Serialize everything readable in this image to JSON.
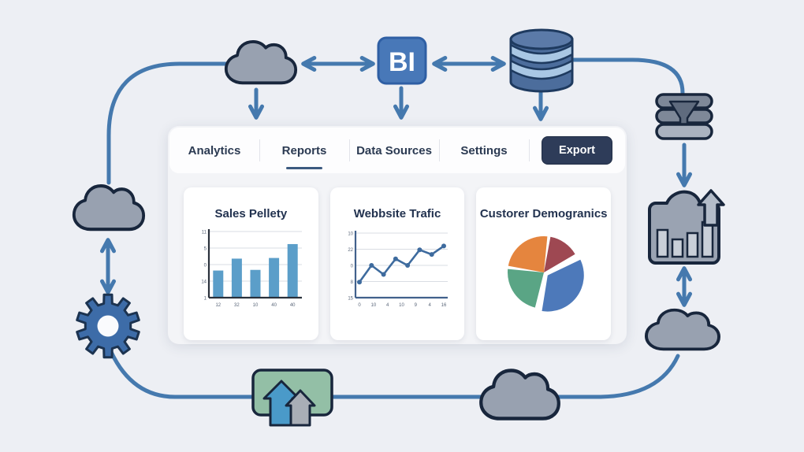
{
  "colors": {
    "background": "#edeff4",
    "connector": "#4579ae",
    "cloud_fill": "#98a1b0",
    "icon_outline": "#18263c",
    "bi_box": "#4878b8",
    "export_button": "#2e3c59",
    "tab_text": "#2b3a52",
    "gear": "#3d6ca8",
    "upload_box": "#93bfa6"
  },
  "diagram": {
    "bi_label": "BI",
    "nodes": [
      "cloud-top",
      "bi-app",
      "database",
      "server-stack",
      "analytics-chart",
      "cloud-right",
      "cloud-left",
      "gear",
      "upload",
      "cloud-bottom"
    ]
  },
  "dashboard": {
    "tabs": [
      {
        "label": "Analytics",
        "active": false
      },
      {
        "label": "Reports",
        "active": true
      },
      {
        "label": "Data Sources",
        "active": false
      },
      {
        "label": "Settings",
        "active": false
      }
    ],
    "export_label": "Export",
    "cards": [
      {
        "title": "Sales Pellety"
      },
      {
        "title": "Webbsite Trafic"
      },
      {
        "title": "Custorer Demogranics"
      }
    ]
  },
  "chart_data": [
    {
      "type": "bar",
      "title": "Sales Pellety",
      "categories": [
        "12",
        "32",
        "10",
        "40",
        "40"
      ],
      "values": [
        4.1,
        5.9,
        4.2,
        6.0,
        8.1
      ],
      "ylim": [
        0,
        10
      ],
      "y_ticks": [
        "11",
        "5",
        "0",
        "14",
        "1"
      ],
      "color": "#5b9ec9",
      "grid": true,
      "legend": false
    },
    {
      "type": "line",
      "title": "Webbsite Trafic",
      "x_ticks": [
        "0",
        "10",
        "4",
        "10",
        "9",
        "4",
        "16"
      ],
      "values": [
        2.4,
        5.0,
        3.6,
        6.0,
        5.0,
        7.4,
        6.7,
        8.0
      ],
      "ylim": [
        0,
        10
      ],
      "y_ticks": [
        "10",
        "22",
        "0",
        "8",
        "15"
      ],
      "color": "#3e6b9e",
      "grid": true,
      "legend": false
    },
    {
      "type": "pie",
      "title": "Custorer Demogranics",
      "start_angle_deg": 8,
      "slices": [
        {
          "value": 15,
          "color": "#9e4852"
        },
        {
          "value": 36,
          "color": "#4d79ba",
          "exploded": true
        },
        {
          "value": 24,
          "color": "#5aa585"
        },
        {
          "value": 25,
          "color": "#e5853e"
        }
      ],
      "legend": false
    }
  ]
}
